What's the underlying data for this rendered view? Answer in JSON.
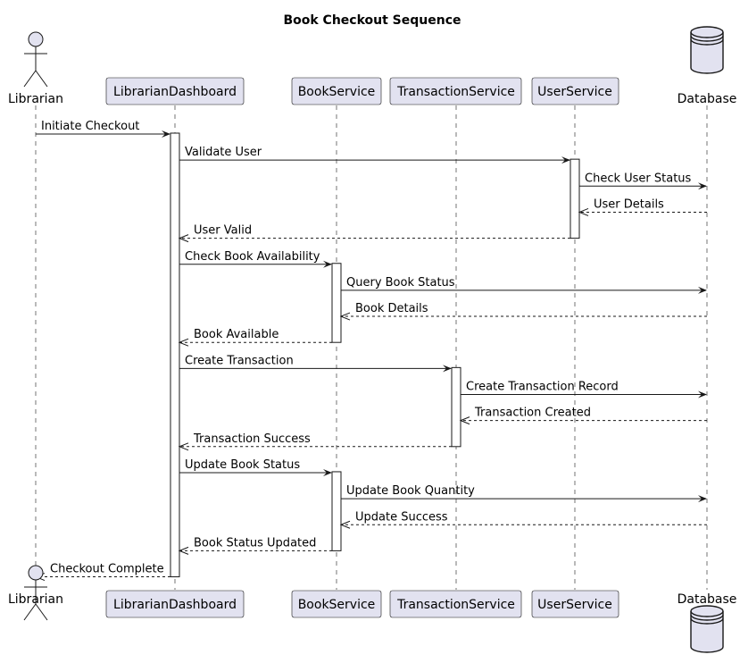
{
  "title": "Book Checkout Sequence",
  "participants": [
    {
      "id": "librarian",
      "label": "Librarian",
      "kind": "actor"
    },
    {
      "id": "dashboard",
      "label": "LibrarianDashboard",
      "kind": "participant"
    },
    {
      "id": "book",
      "label": "BookService",
      "kind": "participant"
    },
    {
      "id": "transaction",
      "label": "TransactionService",
      "kind": "participant"
    },
    {
      "id": "user",
      "label": "UserService",
      "kind": "participant"
    },
    {
      "id": "database",
      "label": "Database",
      "kind": "database"
    }
  ],
  "messages": [
    {
      "from": "librarian",
      "to": "dashboard",
      "label": "Initiate Checkout",
      "type": "sync"
    },
    {
      "from": "dashboard",
      "to": "user",
      "label": "Validate User",
      "type": "sync"
    },
    {
      "from": "user",
      "to": "database",
      "label": "Check User Status",
      "type": "sync"
    },
    {
      "from": "database",
      "to": "user",
      "label": "User Details",
      "type": "return"
    },
    {
      "from": "user",
      "to": "dashboard",
      "label": "User Valid",
      "type": "return"
    },
    {
      "from": "dashboard",
      "to": "book",
      "label": "Check Book Availability",
      "type": "sync"
    },
    {
      "from": "book",
      "to": "database",
      "label": "Query Book Status",
      "type": "sync"
    },
    {
      "from": "database",
      "to": "book",
      "label": "Book Details",
      "type": "return"
    },
    {
      "from": "book",
      "to": "dashboard",
      "label": "Book Available",
      "type": "return"
    },
    {
      "from": "dashboard",
      "to": "transaction",
      "label": "Create Transaction",
      "type": "sync"
    },
    {
      "from": "transaction",
      "to": "database",
      "label": "Create Transaction Record",
      "type": "sync"
    },
    {
      "from": "database",
      "to": "transaction",
      "label": "Transaction Created",
      "type": "return"
    },
    {
      "from": "transaction",
      "to": "dashboard",
      "label": "Transaction Success",
      "type": "return"
    },
    {
      "from": "dashboard",
      "to": "book",
      "label": "Update Book Status",
      "type": "sync"
    },
    {
      "from": "book",
      "to": "database",
      "label": "Update Book Quantity",
      "type": "sync"
    },
    {
      "from": "database",
      "to": "book",
      "label": "Update Success",
      "type": "return"
    },
    {
      "from": "book",
      "to": "dashboard",
      "label": "Book Status Updated",
      "type": "return"
    },
    {
      "from": "dashboard",
      "to": "librarian",
      "label": "Checkout Complete",
      "type": "return"
    }
  ],
  "activations": [
    {
      "participant": "dashboard",
      "from_message": 0,
      "to_message": 17
    },
    {
      "participant": "user",
      "from_message": 1,
      "to_message": 4
    },
    {
      "participant": "book",
      "from_message": 5,
      "to_message": 8
    },
    {
      "participant": "transaction",
      "from_message": 9,
      "to_message": 12
    },
    {
      "participant": "book",
      "from_message": 13,
      "to_message": 16
    }
  ]
}
